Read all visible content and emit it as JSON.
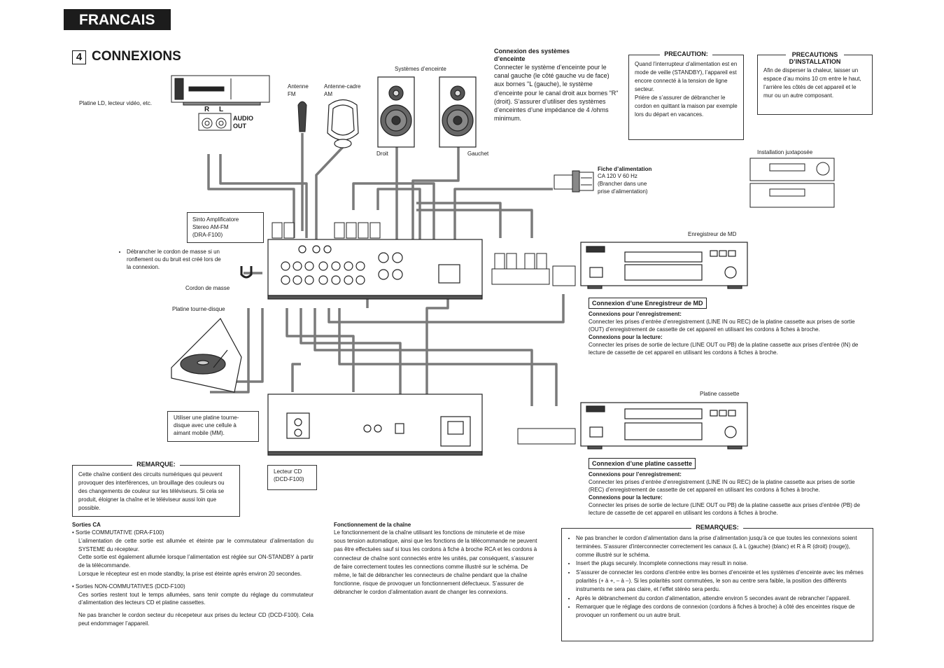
{
  "header": {
    "language": "FRANCAIS",
    "section_number": "4",
    "section_title": "CONNEXIONS"
  },
  "labels": {
    "ld_player": "Platine LD, lecteur vidéo, etc.",
    "audio_r": "R",
    "audio_l": "L",
    "audio_out": "AUDIO\nOUT",
    "fm_antenna": "Antenne\nFM",
    "am_antenna": "Antenne-cadre\nAM",
    "speaker_systems": "Systèmes d’enceinte",
    "right": "Droit",
    "left": "Gauchet",
    "amp": "Sinto Amplificatore\nStereo AM-FM\n(DRA-F100)",
    "ground_note": "Débrancher le cordon de masse si un ronflement ou du bruit est créé lors de la connexion.",
    "ground_cord": "Cordon de masse",
    "turntable": "Platine tourne-disque",
    "turntable_note": "Utiliser une platine tourne-disque avec une cellule à aimant mobile (MM).",
    "cd_player": "Lecteur CD\n(DCD-F100)",
    "power_plug_title": "Fiche d’alimentation",
    "power_plug_text": "CA 120 V 60 Hz\n(Brancher dans une\nprise d’alimentation)",
    "side_install": "Installation juxtaposée",
    "md_recorder": "Enregistreur de MD",
    "cassette_deck": "Platine cassette"
  },
  "speaker_connection": {
    "title": "Connexion des systèmes\nd’enceinte",
    "text": "Connecter le système d’enceinte pour le canal gauche (le côté gauche vu de face) aux bornes \"L (gauche), le système d’enceinte pour le canal droit aux bornes \"R\" (droit). S’assurer d’utiliser des systèmes d’enceintes d’une impédance de 4 /ohms minimum."
  },
  "precaution": {
    "title": "PRECAUTION:",
    "text": "Quand l’interrupteur d’alimentation est en mode de veille (STANDBY), l’appareil est encore connecté à la tension de ligne secteur.\nPriére de s’assurer de débrancher le cordon en quittant la maison par exemple lors du départ en vacances."
  },
  "install_precautions": {
    "title": "PRECAUTIONS\nD’INSTALLATION",
    "text": "Afin de disperser la chaleur, laisser un espace d’au moins 10 cm entre le haut, l’arrière les côtés de cet appareil et le mur ou un autre composant."
  },
  "md_section": {
    "header": "Connexion d’une Enregistreur de MD",
    "rec_title": "Connexions pour l’enregistrement:",
    "rec_text": "Connecter les prises d’entrée d’enregistrement (LINE IN ou REC) de la platine cassette aux prises de sortie (OUT) d’enregistrement de cassette de cet appareil en utilisant les cordons à fiches à broche.",
    "play_title": "Connexions pour la lecture:",
    "play_text": "Connecter les prises de sortie de lecture (LINE OUT ou PB) de la platine cassette aux prises d’entrée (IN) de lecture de cassette de cet appareil en utilisant les cordons à fiches à broche."
  },
  "cassette_section": {
    "header": "Connexion d’une platine cassette",
    "rec_title": "Connexions pour l’enregistrement:",
    "rec_text": "Connecter les prises d’entrée d’enregistrement (LINE IN ou REC) de la platine cassette aux prises de sortie (REC) d’enregistrement de cassette de cet appareil en utilisant les cordons à fiches à broche.",
    "play_title": "Connexions pour la lecture:",
    "play_text": "Connecter les prises de sortie de lecture (LINE OUT ou PB) de la platine cassette aux prises d’entrée (PB) de lecture de cassette de cet appareil en utilisant les cordons à fiches à broche."
  },
  "remarque": {
    "title": "REMARQUE:",
    "text": "Cette chaîne contient des circuits numériques qui peuvent provoquer des interférences, un brouillage des couleurs ou des changements de couleur sur les téléviseurs. Si cela se produit, éloigner la chaîne et le téléviseur aussi loin que possible."
  },
  "sorties_ca": {
    "title": "Sorties CA",
    "item1_head": "Sortie COMMUTATIVE (DRA-F100)",
    "item1_p1": "L’alimentation de cette sortie est allumée et éteinte par le commutateur d’alimentation du SYSTEME du récepteur.",
    "item1_p2": "Cette sortie est également allumée lorsque l’alimentation est réglée sur ON-STANDBY à partir de la télécommande.",
    "item1_p3": "Lorsque le récepteur est en mode standby, la prise est éteinte après environ 20 secondes.",
    "item2_head": "Sorties NON-COMMUTATIVES (DCD-F100)",
    "item2_p1": "Ces sorties restent tout le temps allumées, sans tenir compte du réglage du commutateur d’alimentation des lecteurs CD et platine cassettes.",
    "item2_p2": "Ne pas brancher le cordon secteur du récepeteur aux prises du lecteur CD (DCD-F100). Cela peut endommager l’appareil."
  },
  "chain_operation": {
    "title": "Fonctionnement de la chaîne",
    "text": "Le fonctionnement de la chaîne utilisant les fonctions de minuterie et de mise sous tension automatique, ainsi que les fonctions de la télécommande ne peuvent pas être effectuées sauf si tous les cordons à fiche à broche RCA et les cordons à connecteur de chaîne sont connectés entre les unités, par conséquent, s’assurer de faire correctement toutes les connections comme illustré sur le schéma. De même, le fait de débrancher les connecteurs de chaîne pendant que la chaîne fonctionne, risque de provoquer un fonctionnement défectueux. S’assurer de débrancher le cordon d’alimentation avant de changer les connexions."
  },
  "remarques": {
    "title": "REMARQUES:",
    "items": [
      "Ne pas brancher le cordon d’alimentation dans la prise d’alimentation jusqu’à ce que toutes les connexions soient terminées. S’assurer d’interconnecter correctement les canaux (L à L (gauche) (blanc) et R à R (droit) (rouge)), comme illustré sur le schéma.",
      "Insert the plugs securely. Incomplete connections may result in noise.",
      "S’assurer de connecter les cordons d’entrée entre les bornes d’enceinte et les systèmes d’enceinte avec les mêmes polarités (+ à +, – à –). Si les polarités sont commutées, le son au centre sera faible, la position des différents instruments ne sera pas claire, et l’effet stéréo sera perdu.",
      "Après le débranchement du cordon d’alimentation, attendre environ 5 secondes avant de rebrancher l’appareil.",
      "Remarquer que le réglage des cordons de connexion (cordons à fiches à broche) à côté des enceintes risque de provoquer un ronflement ou un autre bruit."
    ]
  }
}
